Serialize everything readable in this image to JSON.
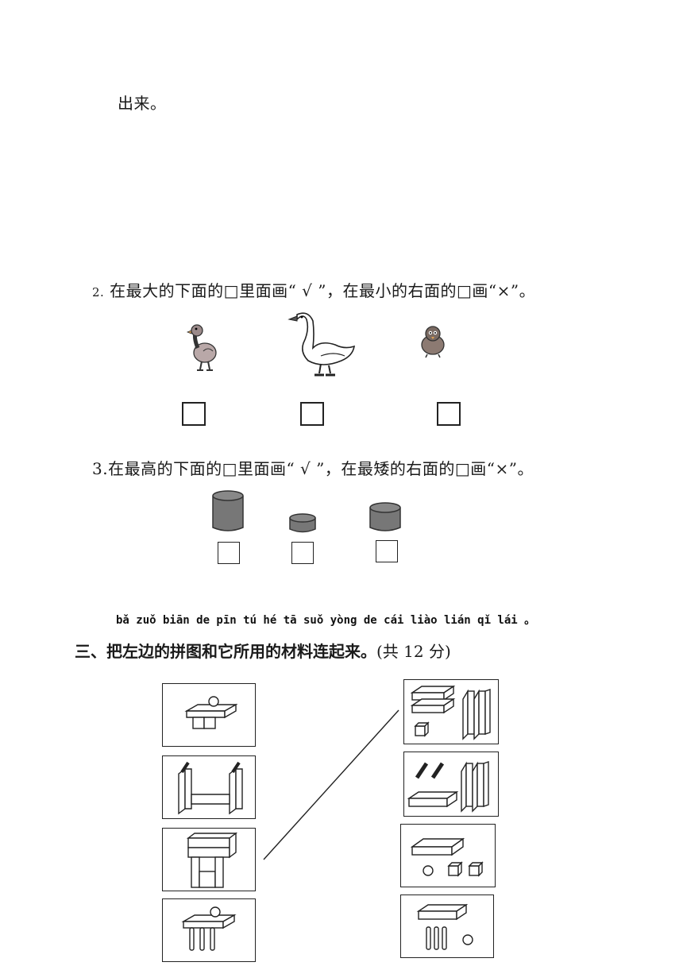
{
  "continuation": "出来。",
  "q2": {
    "number": "2.",
    "text": "在最大的下面的□里面画“ √ ”，在最小的右面的□画“×”。",
    "animals": [
      "duck-icon",
      "goose-icon",
      "chick-icon"
    ]
  },
  "q3": {
    "text": "3.在最高的下面的□里面画“ √ ”，在最矮的右面的□画“×”。",
    "cylinders": [
      "tall-cylinder-icon",
      "short-cylinder-icon",
      "medium-cylinder-icon"
    ]
  },
  "section3": {
    "pinyin": "bǎ zuǒ biān de pīn tú hé tā suǒ yòng de cái liào lián qǐ lái 。",
    "title": "三、把左边的拼图和它所用的材料连起来。",
    "score": "(共 12 分)"
  }
}
